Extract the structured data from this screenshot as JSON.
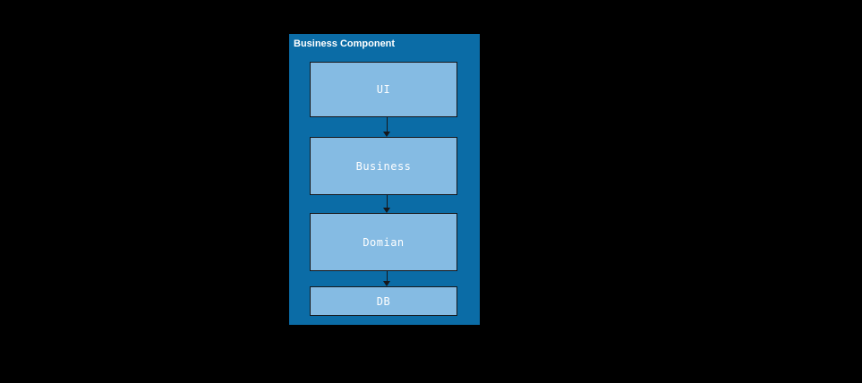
{
  "diagram": {
    "background_color": "#000000",
    "container": {
      "title": "Business Component",
      "fill_color": "#0b6ca6",
      "title_color": "#ffffff"
    },
    "box_fill_color": "#85bbe3",
    "box_border_color": "#17171a",
    "box_label_color": "#ffffff",
    "arrow_color": "#17171a",
    "layers": [
      {
        "id": "ui",
        "label": "UI"
      },
      {
        "id": "business",
        "label": "Business"
      },
      {
        "id": "domian",
        "label": "Domian"
      },
      {
        "id": "db",
        "label": "DB"
      }
    ],
    "connectors": [
      {
        "id": "ui-business",
        "from": "UI",
        "to": "Business",
        "type": "arrow-down"
      },
      {
        "id": "business-domian",
        "from": "Business",
        "to": "Domian",
        "type": "arrow-down"
      },
      {
        "id": "domian-db",
        "from": "Domian",
        "to": "DB",
        "type": "arrow-down"
      }
    ]
  }
}
